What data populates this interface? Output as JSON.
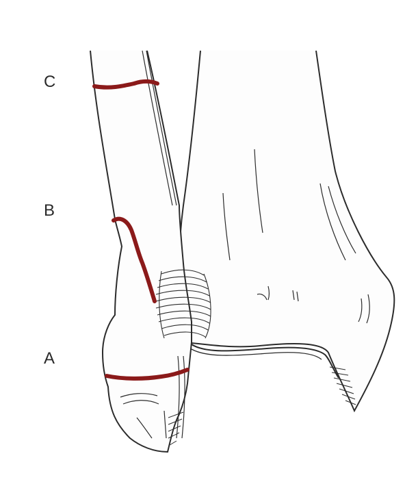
{
  "labels": {
    "a": "A",
    "b": "B",
    "c": "C"
  },
  "colors": {
    "outline": "#2b2b2b",
    "fracture": "#8b1a1a",
    "background": "#ffffff",
    "bone_fill": "#fdfdfd"
  }
}
